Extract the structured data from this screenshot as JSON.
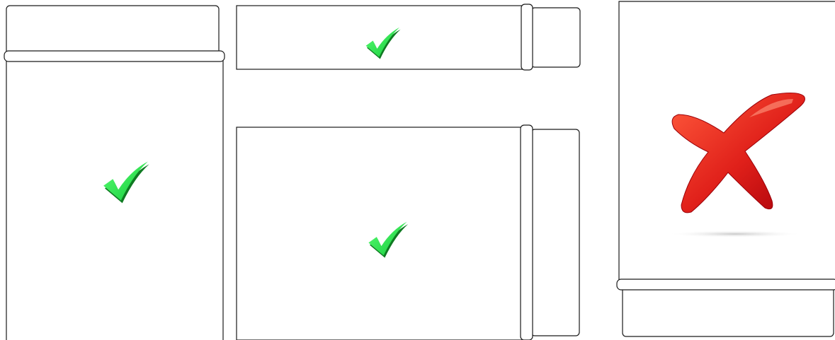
{
  "panels": [
    {
      "orientation": "vertical",
      "lid_position": "top",
      "verdict": "correct",
      "icon": "green-check-icon"
    },
    {
      "orientation": "horizontal",
      "lid_position": "right",
      "verdict": "correct",
      "icon": "green-check-icon"
    },
    {
      "orientation": "horizontal",
      "lid_position": "right",
      "verdict": "correct",
      "icon": "green-check-icon"
    },
    {
      "orientation": "vertical",
      "lid_position": "bottom",
      "verdict": "incorrect",
      "icon": "red-x-icon"
    }
  ],
  "colors": {
    "outline": "#1a1a1a",
    "check": "#22e04a",
    "check_shadow": "#0f7a22",
    "x_light": "#f04030",
    "x_dark": "#b5000c",
    "background": "#ffffff"
  }
}
